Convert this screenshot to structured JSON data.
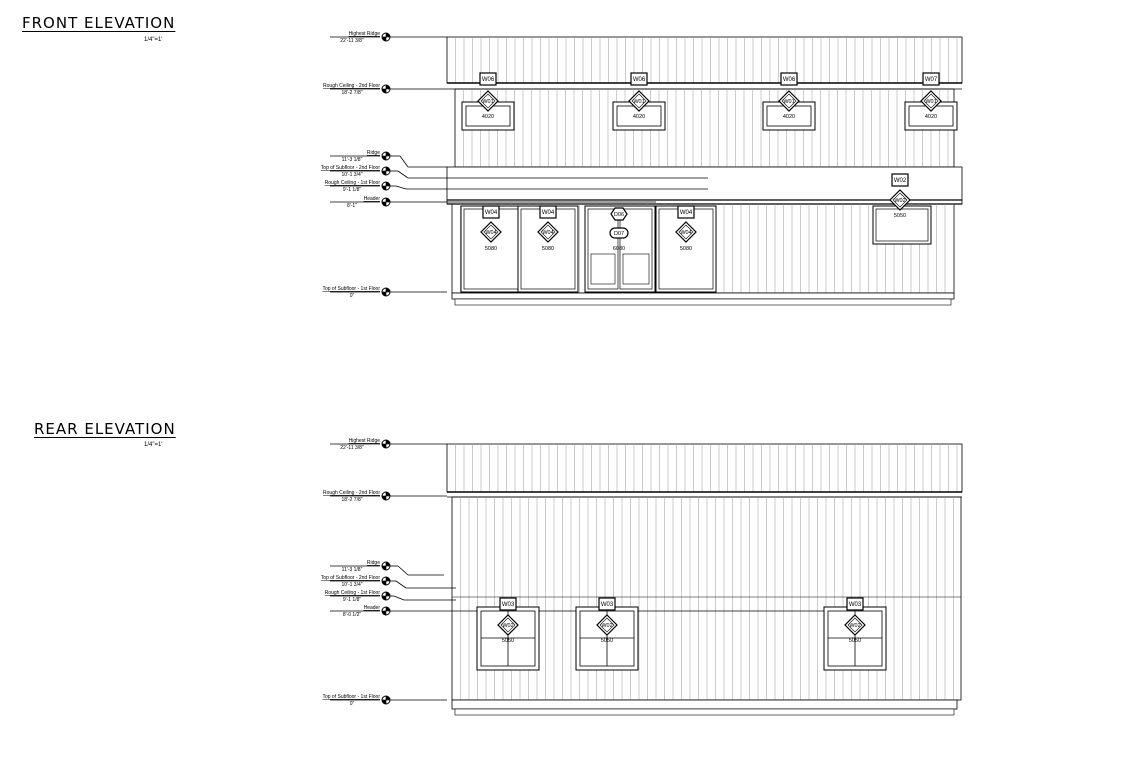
{
  "front": {
    "title": "FRONT ELEVATION",
    "scale": "1/4\"=1'",
    "levels": [
      {
        "name": "Highest Ridge",
        "value": "22'-11 3/8\""
      },
      {
        "name": "Rough Ceiling - 2nd Floor",
        "value": "18'-2 7/8\""
      },
      {
        "name": "Ridge",
        "value": "11'-3 1/8\""
      },
      {
        "name": "Top of Subfloor - 2nd Floor",
        "value": "10'-1 3/4\""
      },
      {
        "name": "Rough Ceiling - 1st Floor",
        "value": "9'-1 1/8\""
      },
      {
        "name": "Header",
        "value": "8'-1\""
      },
      {
        "name": "Top of Subfloor - 1st Floor",
        "value": "0\""
      }
    ],
    "upper_windows": [
      {
        "tag": "W06",
        "type": "W01",
        "size": "4020"
      },
      {
        "tag": "W06",
        "type": "W01",
        "size": "4020"
      },
      {
        "tag": "W06",
        "type": "W01",
        "size": "4020"
      },
      {
        "tag": "W07",
        "type": "W01",
        "size": "4020"
      }
    ],
    "lower_openings": [
      {
        "tag": "W04",
        "type": "W04",
        "size": "5080"
      },
      {
        "tag": "W04",
        "type": "W04",
        "size": "5080"
      },
      {
        "tag": "D06",
        "type": "D07",
        "size": "6080"
      },
      {
        "tag": "W04",
        "type": "W04",
        "size": "5080"
      },
      {
        "tag": "W02",
        "type": "W02",
        "size": "5050"
      }
    ]
  },
  "rear": {
    "title": "REAR ELEVATION",
    "scale": "1/4\"=1'",
    "levels": [
      {
        "name": "Highest Ridge",
        "value": "22'-11 3/8\""
      },
      {
        "name": "Rough Ceiling - 2nd Floor",
        "value": "18'-2 7/8\""
      },
      {
        "name": "Ridge",
        "value": "11'-3 1/8\""
      },
      {
        "name": "Top of Subfloor - 2nd Floor",
        "value": "10'-1 3/4\""
      },
      {
        "name": "Rough Ceiling - 1st Floor",
        "value": "9'-1 1/8\""
      },
      {
        "name": "Header",
        "value": "8'-0 1/2\""
      },
      {
        "name": "Top of Subfloor - 1st Floor",
        "value": "0\""
      }
    ],
    "windows": [
      {
        "tag": "W03",
        "type": "W02",
        "size": "5050"
      },
      {
        "tag": "W03",
        "type": "W02",
        "size": "5050"
      },
      {
        "tag": "W03",
        "type": "W02",
        "size": "5050"
      }
    ]
  }
}
